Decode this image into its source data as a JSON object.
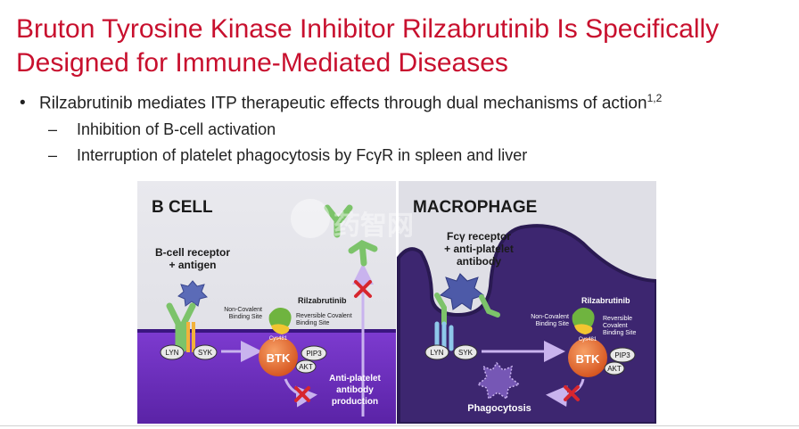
{
  "slide": {
    "title_line1": "Bruton Tyrosine Kinase Inhibitor Rilzabrutinib Is Specifically",
    "title_line2": "Designed for Immune-Mediated Diseases",
    "bullet_main": "Rilzabrutinib mediates ITP therapeutic effects through dual mechanisms of action",
    "bullet_main_refs": "1,2",
    "sub_bullets": [
      "Inhibition of B-cell activation",
      "Interruption of platelet phagocytosis by FcγR in spleen and liver"
    ]
  },
  "b_cell_panel": {
    "heading": "B CELL",
    "receptor_label_1": "B-cell receptor",
    "receptor_label_2": "+ antigen",
    "drug_label": "Rilzabrutinib",
    "noncovalent_1": "Non-Covalent",
    "noncovalent_2": "Binding Site",
    "reversible_1": "Reversible Covalent",
    "reversible_2": "Binding Site",
    "cys": "Cys481",
    "btk": "BTK",
    "pip3": "PIP3",
    "akt": "AKT",
    "lyn": "LYN",
    "syk": "SYK",
    "outcome_1": "Anti-platelet",
    "outcome_2": "antibody",
    "outcome_3": "production"
  },
  "macrophage_panel": {
    "heading": "MACROPHAGE",
    "receptor_label_1": "Fcγ receptor",
    "receptor_label_2": "+ anti-platelet",
    "receptor_label_3": "antibody",
    "drug_label": "Rilzabrutinib",
    "noncovalent_1": "Non-Covalent",
    "noncovalent_2": "Binding Site",
    "reversible_1": "Reversible",
    "reversible_2": "Covalent",
    "reversible_3": "Binding Site",
    "cys": "Cys481",
    "btk": "BTK",
    "pip3": "PIP3",
    "akt": "AKT",
    "lyn": "LYN",
    "syk": "SYK",
    "outcome": "Phagocytosis"
  },
  "watermark": "药智网",
  "colors": {
    "title": "#c8102e",
    "cell_purple": "#6a2bb8",
    "macro_purple": "#3d2670",
    "btk_orange": "#e8662a",
    "inhibit_red": "#d7262e",
    "receptor_green": "#7cc36a"
  }
}
